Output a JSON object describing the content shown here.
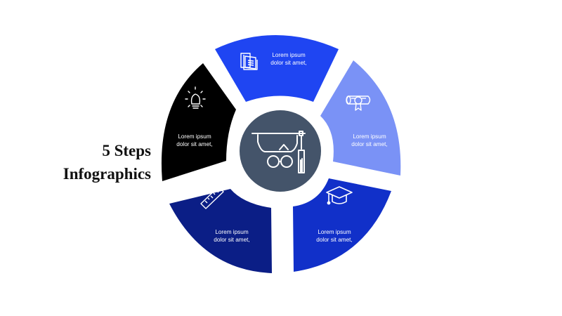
{
  "title": {
    "line1": "5 Steps",
    "line2": "Infographics"
  },
  "colors": {
    "segment_top": "#1f45f2",
    "segment_right": "#7a92f6",
    "segment_bottom_right": "#1130c9",
    "segment_bottom_left": "#0b1e86",
    "segment_left": "#000000",
    "center": "#44546a",
    "icon": "#ffffff"
  },
  "segments": [
    {
      "icon": "book-icon",
      "line1": "Lorem ipsum",
      "line2": "dolor sit amet,"
    },
    {
      "icon": "diploma-scroll-icon",
      "line1": "Lorem ipsum",
      "line2": "dolor sit amet,"
    },
    {
      "icon": "graduation-cap-icon",
      "line1": "Lorem ipsum",
      "line2": "dolor sit amet,"
    },
    {
      "icon": "ruler-icon",
      "line1": "Lorem ipsum",
      "line2": "dolor sit amet,"
    },
    {
      "icon": "lightbulb-icon",
      "line1": "Lorem ipsum",
      "line2": "dolor sit amet,"
    }
  ],
  "center": {
    "icon": "mortarboard-glasses-icon"
  }
}
